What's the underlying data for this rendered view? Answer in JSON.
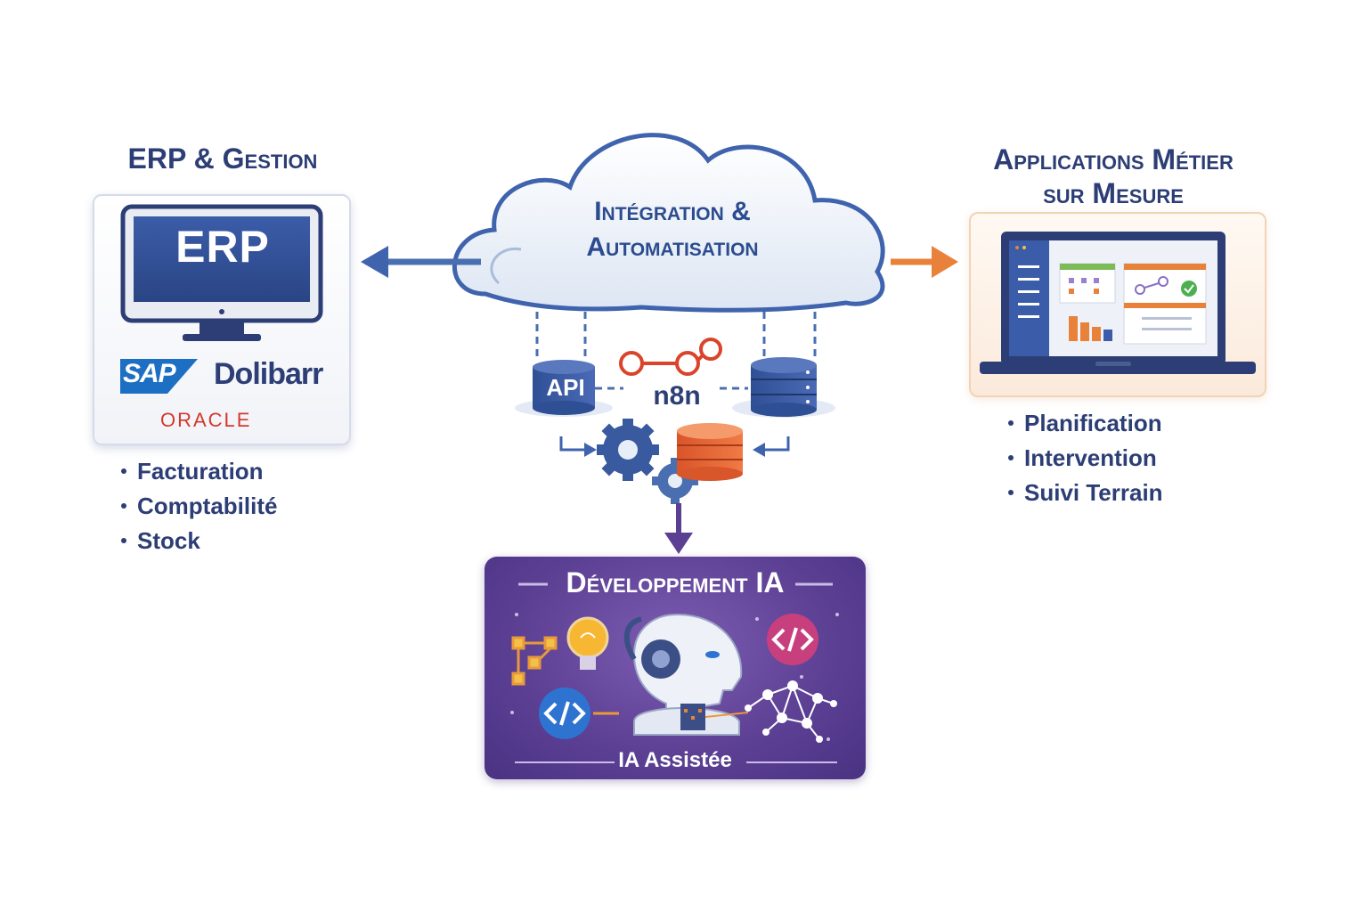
{
  "left": {
    "title": "ERP & Gestion",
    "monitor_label": "ERP",
    "logos": {
      "sap": "SAP",
      "dolibarr": "Dolibarr",
      "oracle": "ORACLE"
    },
    "bullets": [
      "Facturation",
      "Comptabilité",
      "Stock"
    ]
  },
  "center": {
    "title_line1": "Intégration &",
    "title_line2": "Automatisation",
    "api_label": "API",
    "n8n_label": "n8n"
  },
  "right": {
    "title_line1": "Applications Métier",
    "title_line2": "sur Mesure",
    "bullets": [
      "Planification",
      "Intervention",
      "Suivi Terrain"
    ]
  },
  "bottom": {
    "title": "Développement IA",
    "subtitle": "IA Assistée"
  },
  "colors": {
    "navy": "#2c3e75",
    "blue_arrow": "#4a6fb0",
    "orange_arrow": "#e8823a",
    "purple_arrow": "#5a3f93",
    "ai_card": "#5b3f93"
  },
  "icons": [
    "cloud-icon",
    "monitor-icon",
    "laptop-icon",
    "database-icon",
    "gear-icon",
    "workflow-icon",
    "robot-head-icon",
    "lightbulb-icon",
    "code-icon",
    "network-icon"
  ]
}
